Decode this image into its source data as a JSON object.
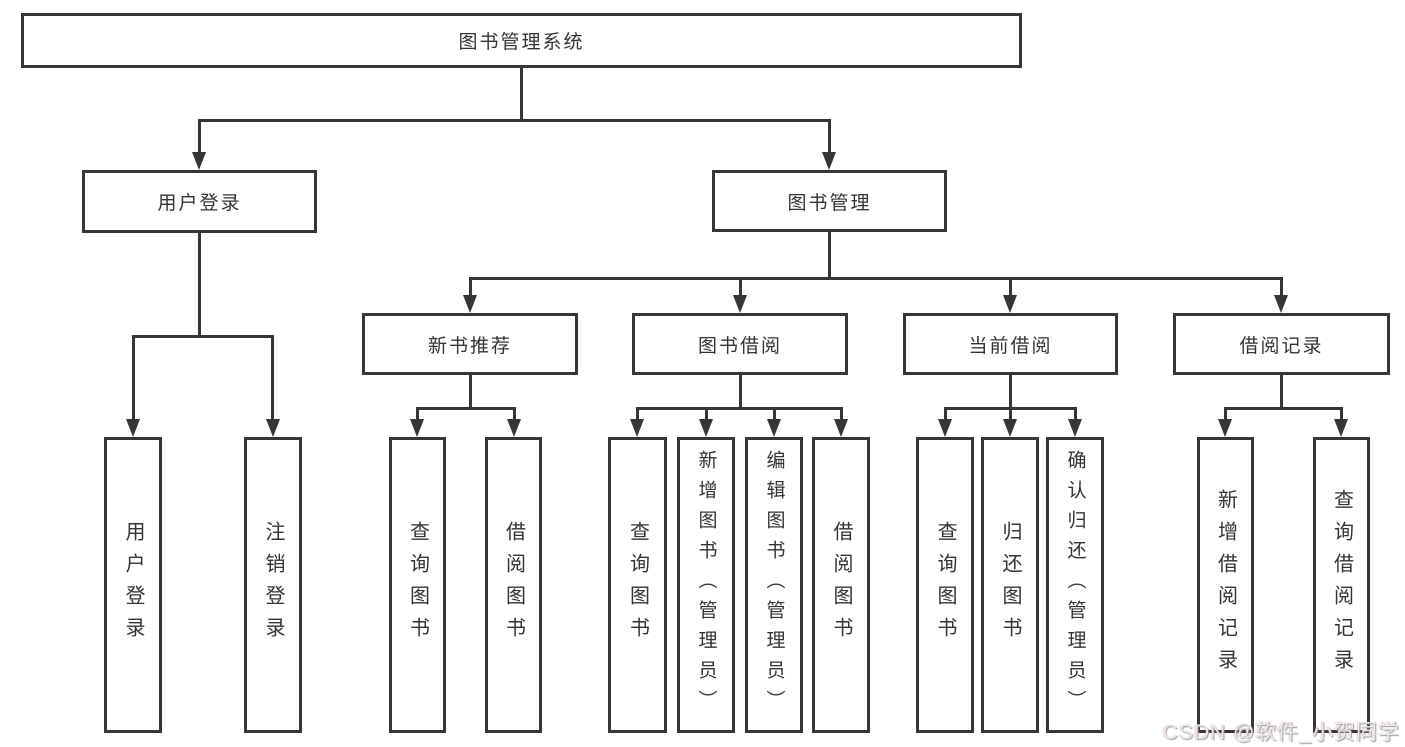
{
  "root": {
    "label": "图书管理系统"
  },
  "branches": {
    "user": {
      "label": "用户登录",
      "children": [
        {
          "label": "用户登录"
        },
        {
          "label": "注销登录"
        }
      ]
    },
    "books": {
      "label": "图书管理",
      "groups": [
        {
          "label": "新书推荐",
          "children": [
            {
              "label": "查询图书"
            },
            {
              "label": "借阅图书"
            }
          ]
        },
        {
          "label": "图书借阅",
          "children": [
            {
              "label": "查询图书"
            },
            {
              "label": "新增图书（管理员）"
            },
            {
              "label": "编辑图书（管理员）"
            },
            {
              "label": "借阅图书"
            }
          ]
        },
        {
          "label": "当前借阅",
          "children": [
            {
              "label": "查询图书"
            },
            {
              "label": "归还图书"
            },
            {
              "label": "确认归还（管理员）"
            }
          ]
        },
        {
          "label": "借阅记录",
          "children": [
            {
              "label": "新增借阅记录"
            },
            {
              "label": "查询借阅记录"
            }
          ]
        }
      ]
    }
  },
  "watermark": "CSDN @软件_小贺同学",
  "colors": {
    "line": "#363636",
    "text": "#333333",
    "background": "#ffffff",
    "watermark": "#e9e9e9"
  }
}
